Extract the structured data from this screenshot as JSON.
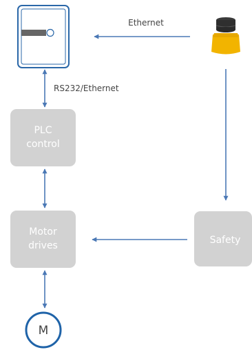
{
  "labels": {
    "ethernet": "Ethernet",
    "rs232_ethernet": "RS232/Ethernet",
    "plc_line1": "PLC",
    "plc_line2": "control",
    "motor_line1": "Motor",
    "motor_line2": "drives",
    "safety": "Safety",
    "motor_symbol": "M"
  },
  "colors": {
    "arrow": "#4a78b5",
    "box_fill": "#d2d2d2",
    "box_text": "#ffffff",
    "device_border": "#2a67a8",
    "label_text": "#444444",
    "motor_circle": "#1f63a8",
    "sensor_yellow": "#f2b400",
    "sensor_cap": "#2f2f2f"
  },
  "icons": {
    "controller_device": "safety-controller-icon",
    "sensor_device": "yellow-sensor-icon"
  }
}
